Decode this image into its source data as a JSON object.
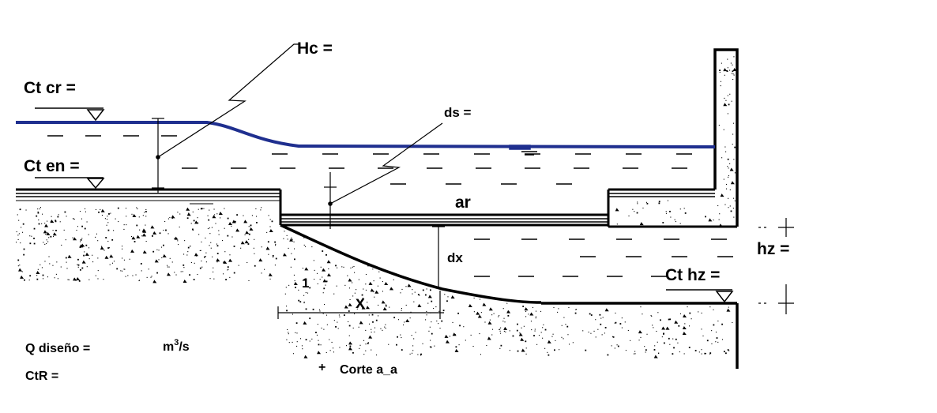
{
  "labels": {
    "hc": "Hc =",
    "ct_cr": "Ct cr =",
    "ct_en": "Ct en =",
    "ds": "ds =",
    "ar": "ar",
    "dx": "dx",
    "hz": "hz =",
    "ct_hz": "Ct hz =",
    "slope_one": "1",
    "x": "x",
    "q_diseno": "Q diseño =",
    "q_unit_base": "m",
    "q_unit_exp": "3",
    "q_unit_tail": "/s",
    "ctr": "CtR =",
    "corte": "Corte a_a",
    "corte_marker": "+"
  },
  "colors": {
    "water_surface": "#1f2f8f",
    "structure": "#000000",
    "background": "#ffffff"
  }
}
